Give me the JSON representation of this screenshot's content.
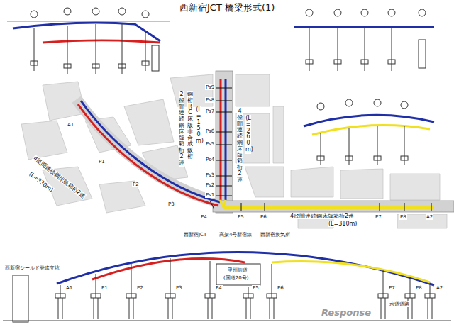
{
  "diagram": {
    "title": "西新宿JCT 橋梁形式(1)",
    "labels": [
      "Ps9",
      "Ps8",
      "Ps7",
      "Ps6",
      "Ps5",
      "Ps4",
      "Ps3",
      "Ps2",
      "Ps1",
      "2径間連続鋼床版箱桁2連",
      "鋼桁RC床版非合成鈑桁",
      "(L=150m)",
      "4径間連続鋼床版箱桁2連",
      "(L=260m)",
      "A1",
      "P1",
      "P2",
      "P3",
      "P4",
      "P5",
      "P6",
      "P7",
      "P8",
      "A2",
      "4径間連続鋼床版箱桁2連",
      "(L=330m)",
      "4径間連続鋼床版箱桁2連",
      "(L=310m)",
      "西新宿シールド発進立坑",
      "西新宿JCT",
      "高架4号新宿線",
      "西新宿換気所",
      "甲州街道",
      "(国道20号)",
      "A1",
      "P1",
      "P2",
      "P3",
      "P4",
      "P5",
      "P6",
      "P7",
      "P8",
      "A2",
      "水道道路",
      "Response"
    ]
  }
}
